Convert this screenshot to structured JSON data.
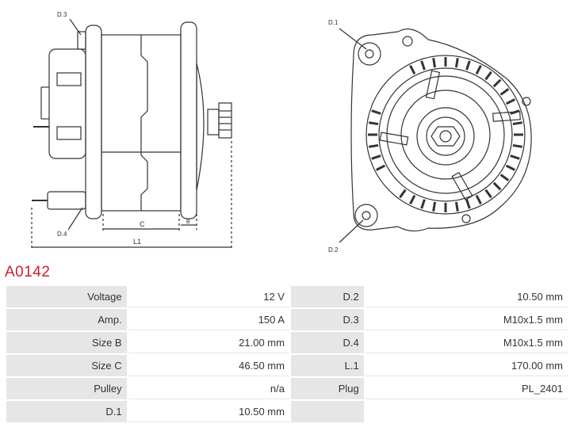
{
  "drawing": {
    "side_labels": {
      "d3": "D.3",
      "d4": "D.4",
      "c": "C",
      "b": "B",
      "l1": "L1"
    },
    "front_labels": {
      "d1": "D.1",
      "d2": "D.2"
    }
  },
  "product": {
    "code": "A0142"
  },
  "specs": {
    "rows": [
      {
        "label1": "Voltage",
        "value1": "12 V",
        "label2": "D.2",
        "value2": "10.50 mm"
      },
      {
        "label1": "Amp.",
        "value1": "150 A",
        "label2": "D.3",
        "value2": "M10x1.5 mm"
      },
      {
        "label1": "Size B",
        "value1": "21.00 mm",
        "label2": "D.4",
        "value2": "M10x1.5 mm"
      },
      {
        "label1": "Size C",
        "value1": "46.50 mm",
        "label2": "L.1",
        "value2": "170.00 mm"
      },
      {
        "label1": "Pulley",
        "value1": "n/a",
        "label2": "Plug",
        "value2": "PL_2401"
      },
      {
        "label1": "D.1",
        "value1": "10.50 mm",
        "label2": "",
        "value2": ""
      }
    ]
  }
}
